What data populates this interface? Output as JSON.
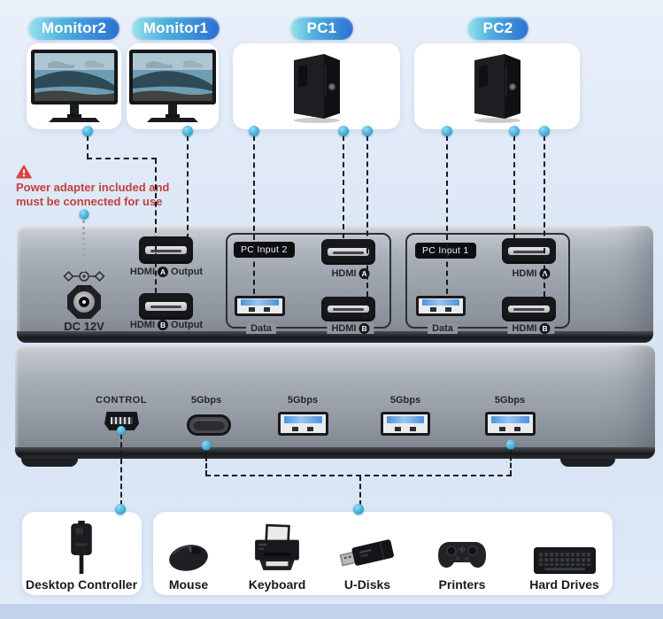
{
  "colors": {
    "accent_cyan": "#34a0d1",
    "badge_blue": "#2e6fd2",
    "warning_red": "#c2403d",
    "device_gray": "#9ba1ab"
  },
  "badges": {
    "monitor2": "Monitor2",
    "monitor1": "Monitor1",
    "pc1": "PC1",
    "pc2": "PC2"
  },
  "warning": {
    "line1": "Power adapter included and",
    "line2": "must be connected for use"
  },
  "device_top": {
    "dc_label": "DC 12V",
    "hdmi_a_output": {
      "name": "HDMI",
      "key": "A",
      "suffix": "Output"
    },
    "hdmi_b_output": {
      "name": "HDMI",
      "key": "B",
      "suffix": "Output"
    },
    "group_pc2": {
      "title": "PC Input 2",
      "data_label": "Data",
      "hdmi_a": {
        "name": "HDMI",
        "key": "A"
      },
      "hdmi_b": {
        "name": "HDMI",
        "key": "B"
      }
    },
    "group_pc1": {
      "title": "PC Input 1",
      "data_label": "Data",
      "hdmi_a": {
        "name": "HDMI",
        "key": "A"
      },
      "hdmi_b": {
        "name": "HDMI",
        "key": "B"
      }
    }
  },
  "device_bottom": {
    "control_label": "CONTROL",
    "ports": [
      {
        "label": "5Gbps",
        "type": "usb-c"
      },
      {
        "label": "5Gbps",
        "type": "usb-a"
      },
      {
        "label": "5Gbps",
        "type": "usb-a"
      },
      {
        "label": "5Gbps",
        "type": "usb-a"
      }
    ]
  },
  "peripherals": {
    "controller_label": "Desktop Controller",
    "items": [
      {
        "label": "Mouse",
        "icon": "mouse-icon"
      },
      {
        "label": "Keyboard",
        "icon": "printer-icon"
      },
      {
        "label": "U-Disks",
        "icon": "usb-flash-drive-icon"
      },
      {
        "label": "Printers",
        "icon": "gamepad-icon"
      },
      {
        "label": "Hard Drives",
        "icon": "keyboard-icon"
      }
    ]
  }
}
